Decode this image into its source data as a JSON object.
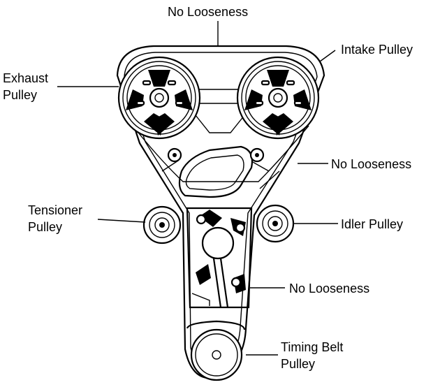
{
  "diagram": {
    "labels": {
      "no_looseness_top": "No Looseness",
      "intake_pulley": "Intake Pulley",
      "exhaust_pulley_line1": "Exhaust",
      "exhaust_pulley_line2": "Pulley",
      "no_looseness_right": "No Looseness",
      "tensioner_pulley_line1": "Tensioner",
      "tensioner_pulley_line2": "Pulley",
      "idler_pulley": "Idler Pulley",
      "no_looseness_lower": "No Looseness",
      "timing_belt_pulley_line1": "Timing Belt",
      "timing_belt_pulley_line2": "Pulley"
    }
  }
}
